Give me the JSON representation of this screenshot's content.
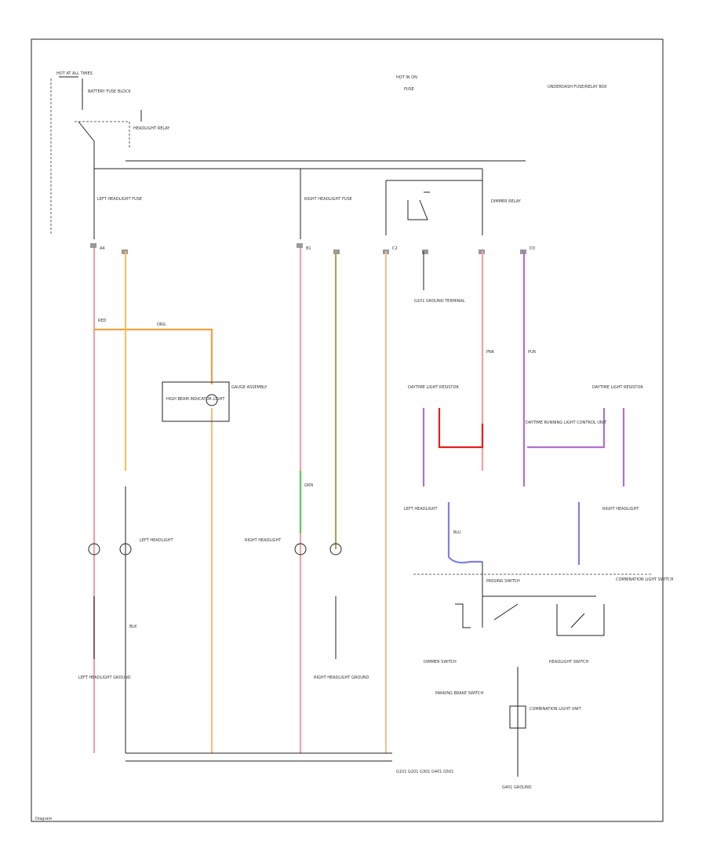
{
  "labels": {
    "hot_top_left": "HOT AT ALL TIMES",
    "fuse_block_top": "BATTERY FUSE BLOCK",
    "headlight_relay": "HEADLIGHT RELAY",
    "hot_center": "HOT IN ON",
    "fuse_center": "FUSE",
    "underdash_top": "UNDERDASH FUSE/RELAY BOX",
    "left_headlight_fuse": "LEFT HEADLIGHT FUSE",
    "right_headlight_fuse": "RIGHT HEADLIGHT FUSE",
    "dimmer_relay": "DIMMER RELAY",
    "ground_g1": "G101 GROUND TERMINAL",
    "high_beam_indicator": "HIGH BEAM INDICATOR LIGHT",
    "gauge_assembly": "GAUGE ASSEMBLY",
    "left_headlight": "LEFT HEADLIGHT",
    "right_headlight": "RIGHT HEADLIGHT",
    "left_ground": "LEFT HEADLIGHT GROUND",
    "right_ground": "RIGHT HEADLIGHT GROUND",
    "left_headlight_small": "LEFT HEADLIGHT",
    "right_headlight_small": "RIGHT HEADLIGHT",
    "daytime_light_left": "DAYTIME LIGHT RESISTOR",
    "daytime_light_right": "DAYTIME LIGHT RESISTOR",
    "daytime_unit": "DAYTIME RUNNING LIGHT CONTROL UNIT",
    "combo_switch": "COMBINATION LIGHT SWITCH",
    "dimmer_switch": "DIMMER SWITCH",
    "headlight_switch": "HEADLIGHT SWITCH",
    "passing_switch": "PASSING SWITCH",
    "combo_unit": "COMBINATION LIGHT UNIT",
    "parking_brake": "PARKING BRAKE SWITCH",
    "ground_bottom": "G401 GROUND",
    "ground_stack": "G101 G201 G301 G401 G501",
    "footer": "Diagram",
    "pin_a": "A4",
    "pin_b": "B1",
    "pin_c": "C2",
    "pin_d": "D3",
    "wire_red": "RED",
    "wire_org": "ORG",
    "wire_grn": "GRN",
    "wire_pnk": "PNK",
    "wire_blu": "BLU",
    "wire_pur": "PUR",
    "wire_blk": "BLK"
  },
  "colors": {
    "pink": "#f2a0a8",
    "orange": "#f4a040",
    "red": "#e02020",
    "purple": "#b070d0",
    "blue": "#8080e0",
    "green": "#5ec85e",
    "olive": "#b0a060",
    "black": "#222222",
    "gray": "#999999"
  }
}
